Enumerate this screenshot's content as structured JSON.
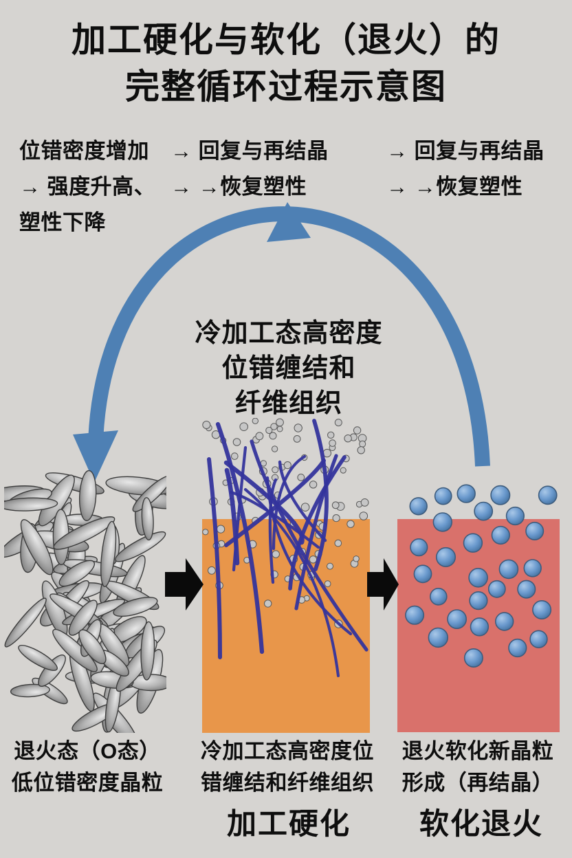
{
  "title": {
    "line1": "加工硬化与软化（退火）的",
    "line2": "完整循环过程示意图"
  },
  "stage_notes": {
    "hardening": {
      "line1": "位错密度增加",
      "line2": "→ 强度升高、",
      "line3": "塑性下降"
    },
    "recovery1": {
      "line1": "→ 回复与再结晶",
      "line2": "→ →恢复塑性"
    },
    "recovery2": {
      "line1": "→ 回复与再结晶",
      "line2": "→ →恢复塑性"
    }
  },
  "cycle_arrow": {
    "color": "#4e80b4"
  },
  "cold_work_label": {
    "line1": "冷加工态高密度",
    "line2": "位错缠结和",
    "line3": "纤维组织"
  },
  "flow_arrows": {
    "color": "#0a0a0a"
  },
  "panels": {
    "annealed": {
      "caption1": "退火态（O态）",
      "caption2": "低位错密度晶粒",
      "grain_stroke": "#3c3c3c"
    },
    "cold_worked": {
      "caption1": "冷加工态高密度位",
      "caption2": "错缠结和纤维组织",
      "label": "加工硬化",
      "matrix_fill": "#e8964a",
      "dislocation_color": "#34349c",
      "dot_fill": "#c6c6c6"
    },
    "recrystallized": {
      "caption1": "退火软化新晶粒",
      "caption2": "形成（再结晶）",
      "label": "软化退火",
      "matrix_fill": "#d9716b",
      "grain_stroke": "#3d5c7d"
    }
  }
}
